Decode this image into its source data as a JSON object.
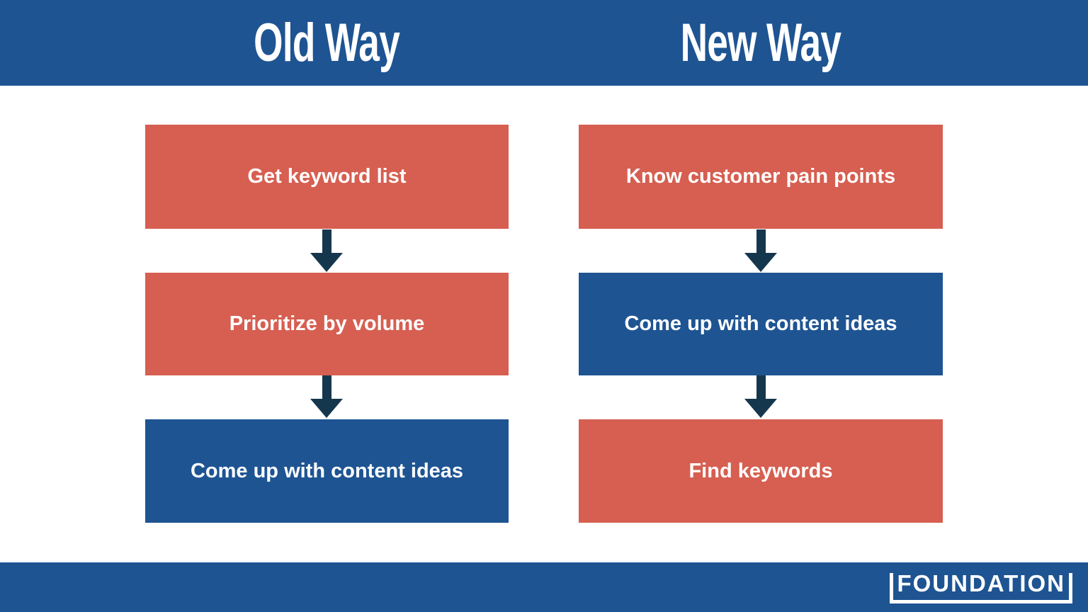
{
  "header": {
    "left_title": "Old Way",
    "right_title": "New Way"
  },
  "columns": [
    {
      "title": "Old Way",
      "steps": [
        {
          "label": "Get keyword list",
          "color": "red"
        },
        {
          "label": "Prioritize by volume",
          "color": "red"
        },
        {
          "label": "Come up with content ideas",
          "color": "blue"
        }
      ]
    },
    {
      "title": "New Way",
      "steps": [
        {
          "label": "Know customer pain points",
          "color": "red"
        },
        {
          "label": "Come up with content ideas",
          "color": "blue"
        },
        {
          "label": "Find keywords",
          "color": "red"
        }
      ]
    }
  ],
  "footer": {
    "logo_text": "FOUNDATION"
  },
  "colors": {
    "blue": "#1E5492",
    "red": "#D65F51",
    "navy": "#15374E",
    "white": "#FFFFFF"
  }
}
